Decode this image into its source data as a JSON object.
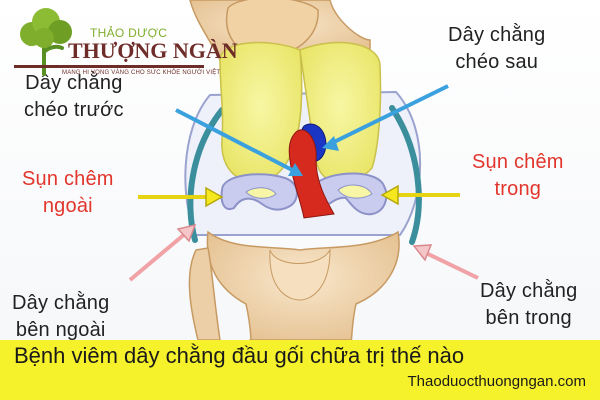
{
  "brand": {
    "top_text": "THẢO DƯỢC",
    "name": "THƯỢNG NGÀN",
    "tagline": "MANG HI VỌNG VÀNG CHO SỨC KHỎE NGƯỜI VIỆT",
    "colors": {
      "accent": "#7fae2c",
      "primary": "#6f2d2a"
    }
  },
  "labels": {
    "posterior_cruciate": [
      "Dây chằng",
      "chéo sau"
    ],
    "anterior_cruciate": [
      "Dây chằng",
      "chéo trước"
    ],
    "lateral_meniscus": [
      "Sụn chêm",
      "ngoài"
    ],
    "medial_meniscus": [
      "Sụn chêm",
      "trong"
    ],
    "lateral_collateral": [
      "Dây chằng",
      "bên ngoài"
    ],
    "medial_collateral": [
      "Dây chằng",
      "bên trong"
    ]
  },
  "banner": {
    "title": "Bệnh viêm dây chằng đầu gối chữa trị thế nào",
    "site": "Thaoduocthuongngan.com"
  },
  "colors": {
    "banner_bg": "#f5f12a",
    "cartilage": "#f2f07a",
    "bone": "#f3d9b3",
    "meniscus": "#c9ccee",
    "ligament_red": "#d62a1f",
    "ligament_blue": "#1b36c4",
    "label_red": "#e2352c",
    "arrow_blue": "#3aa0de",
    "arrow_yellow": "#f6e81e",
    "arrow_pink": "#f0a2a6"
  }
}
